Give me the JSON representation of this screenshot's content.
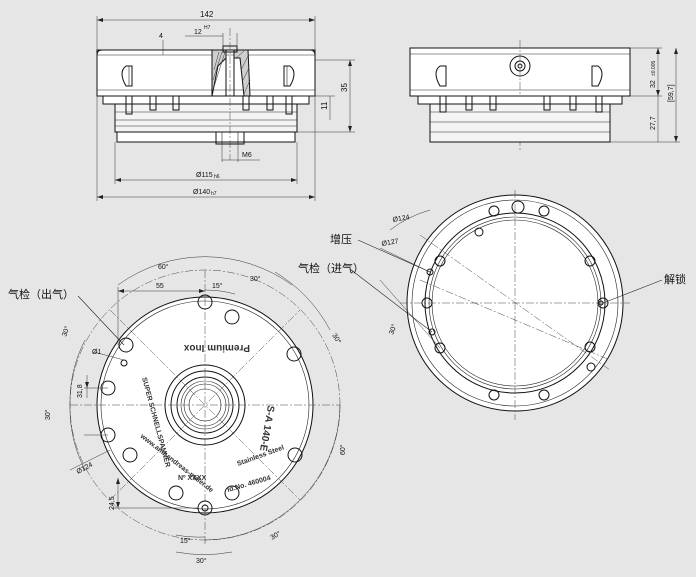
{
  "dimensions": {
    "width_142": "142",
    "dim_4": "4",
    "dim_12": "12",
    "h7_a": "H7",
    "dim_35": "35",
    "dim_11": "11",
    "m6": "M6",
    "dia_115": "Ø115",
    "h6_a": "h6",
    "dia_140": "Ø140",
    "h7_b": "h7",
    "dim_32": "32",
    "tol_32": "±0.005",
    "dim_59_7": "[59,7]",
    "dim_27_7": "27,7",
    "angle_60_top": "60°",
    "dim_55": "55",
    "angle_15_top": "15°",
    "angle_30_a": "30°",
    "angle_30_b": "30°",
    "angle_30_c": "30°",
    "angle_30_d": "30°",
    "angle_30_e": "30°",
    "angle_30_f": "30°",
    "angle_60_right": "60°",
    "dia_1": "Ø1",
    "dim_31_8": "31,8",
    "dia_124_front": "Ø124",
    "dim_24_5": "24,5",
    "angle_15_bottom": "15°",
    "dia_124_back": "Ø124",
    "dia_127": "Ø127",
    "angle_30_back": "30°"
  },
  "labels": {
    "air_check_out": "气检（出气）",
    "boost": "增压",
    "air_check_in": "气检（进气）",
    "unlock": "解锁"
  },
  "engraving": {
    "model": "S-A 140-E",
    "product": "Premium Inox",
    "logo_text": "SUPER SCHNELLSPANNER",
    "url": "www.amf-andreas-maier.de",
    "material": "Stainless Steel",
    "serial": "Nº XXXX",
    "id_no": "Id.No. 460004"
  }
}
